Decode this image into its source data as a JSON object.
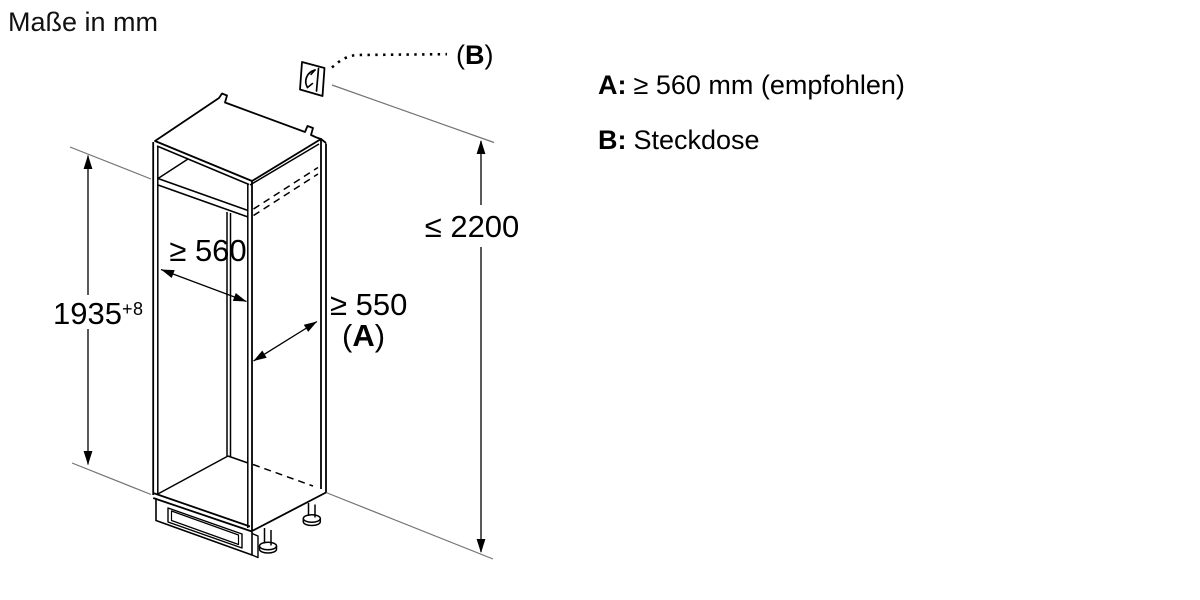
{
  "title": "Maße in mm",
  "legend": {
    "items": [
      {
        "key": "A:",
        "text": "≥ 560 mm (empfohlen)"
      },
      {
        "key": "B:",
        "text": "Steckdose"
      }
    ]
  },
  "dimensions": {
    "max_socket_height": "≤ 2200",
    "niche_width": "≥ 560",
    "depth": "≥ 550",
    "depth_ref_letter": "A",
    "socket_ref_letter": "B",
    "niche_height": "1935",
    "niche_height_tolerance": "+8",
    "paren_open": "(",
    "paren_close": ")"
  }
}
